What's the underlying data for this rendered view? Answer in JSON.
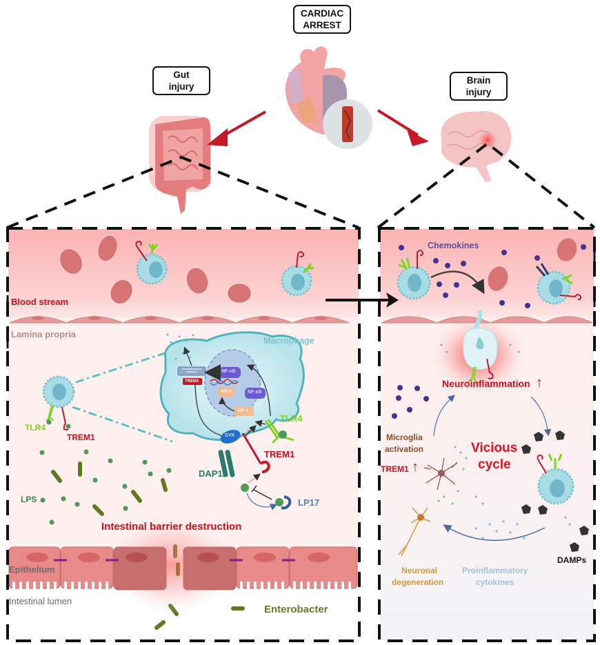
{
  "top": {
    "cardiac_arrest": {
      "line1": "CARDIAC",
      "line2": "ARREST"
    },
    "gut_injury": {
      "line1": "Gut",
      "line2": "injury"
    },
    "brain_injury": {
      "line1": "Brain",
      "line2": "injury"
    }
  },
  "gut_panel": {
    "blood_stream": "Blood stream",
    "lamina_propria": "Lamina propria",
    "macrophage": "Macrophage",
    "tlr4_small": "TLR4",
    "trem1_small": "TREM1",
    "tlr4": "TLR4",
    "trem1": "TREM1",
    "dap12": "DAP12",
    "syk": "SYK",
    "lp17": "LP17",
    "lps": "LPS",
    "nfkb_nucleus": "NF-κB",
    "nfkb_cytoplasm": "NF-κB",
    "ap1_nucleus": "AP-1",
    "ap1_cytoplasm": "AP-1",
    "proinflammatory_box": "Proinflammatory cytokines",
    "trem1_box": "TREM1",
    "barrier_destruction": "Intestinal barrier destruction",
    "epithelium": "Epithelium",
    "intestinal_lumen": "Intestinal lumen",
    "enterobacter": "Enterobacter"
  },
  "brain_panel": {
    "chemokines": "Chemokines",
    "neuroinflammation": "Neuroinflammation",
    "up_arrow": "↑",
    "microglia_line1": "Microglia",
    "microglia_line2": "activation",
    "trem1_up": "TREM1",
    "vicious_line1": "Vicious",
    "vicious_line2": "cycle",
    "damps": "DAMPs",
    "neuronal_line1": "Neuronal",
    "neuronal_line2": "degeneration",
    "proinfl_line1": "Proinflammatory",
    "proinfl_line2": "cytokines"
  },
  "colors": {
    "red_label": "#c8101e",
    "lamina": "#b39089",
    "macrophage": "#7ec4cf",
    "tlr4": "#7ed321",
    "dap12": "#2b7a6e",
    "lp17": "#4a7fc1",
    "lps": "#3a8a4a",
    "epithelium": "#6b6b6b",
    "enterobacter": "#6b7a2a",
    "chemokine": "#5b4fa3",
    "microglia": "#8b4a2b",
    "neuronal": "#d49a3a",
    "proinfl": "#9fc4d8"
  }
}
